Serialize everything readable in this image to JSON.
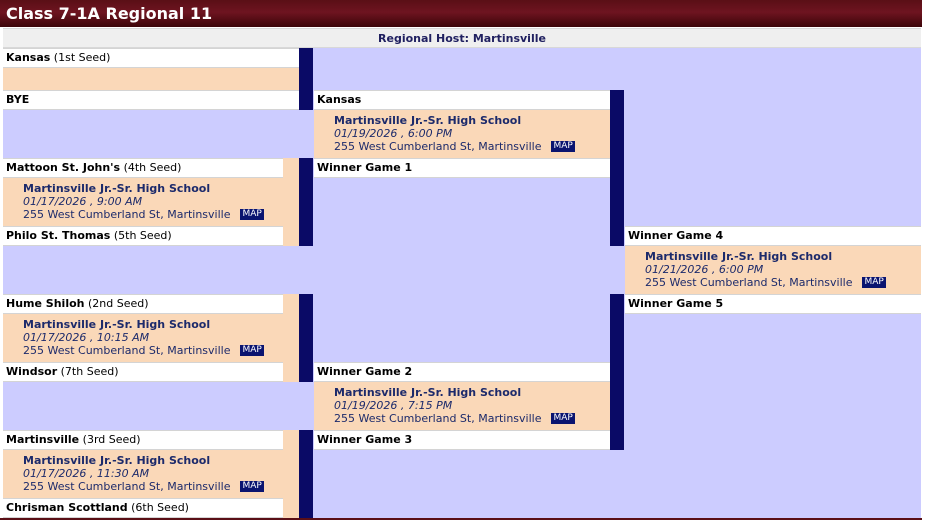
{
  "header": {
    "title": "Class 7-1A Regional 11"
  },
  "host": {
    "label": "Regional Host: Martinsville"
  },
  "colors": {
    "header_bg": "#6e1420",
    "field_bg": "#ccccff",
    "game_bg": "#fad8b8",
    "connector": "#0a0a66",
    "link_text": "#1c2a6b"
  },
  "round1": {
    "slots": [
      {
        "name": "Kansas",
        "seed": "(1st Seed)"
      },
      {
        "name": "BYE",
        "seed": ""
      },
      {
        "name": "Mattoon St. John's",
        "seed": "(4th Seed)"
      },
      {
        "name": "Philo St. Thomas",
        "seed": "(5th Seed)"
      },
      {
        "name": "Hume Shiloh",
        "seed": "(2nd Seed)"
      },
      {
        "name": "Windsor",
        "seed": "(7th Seed)"
      },
      {
        "name": "Martinsville",
        "seed": "(3rd Seed)"
      },
      {
        "name": "Chrisman Scottland",
        "seed": "(6th Seed)"
      }
    ],
    "games": [
      {
        "location": "Martinsville Jr.-Sr. High School",
        "datetime": "01/17/2026 , 9:00 AM",
        "address": "255 West Cumberland St, Martinsville",
        "map_label": "MAP"
      },
      {
        "location": "Martinsville Jr.-Sr. High School",
        "datetime": "01/17/2026 , 10:15 AM",
        "address": "255 West Cumberland St, Martinsville",
        "map_label": "MAP"
      },
      {
        "location": "Martinsville Jr.-Sr. High School",
        "datetime": "01/17/2026 , 11:30 AM",
        "address": "255 West Cumberland St, Martinsville",
        "map_label": "MAP"
      }
    ]
  },
  "round2": {
    "slots": [
      {
        "name": "Kansas"
      },
      {
        "name": "Winner Game 1"
      },
      {
        "name": "Winner Game 2"
      },
      {
        "name": "Winner Game 3"
      }
    ],
    "games": [
      {
        "location": "Martinsville Jr.-Sr. High School",
        "datetime": "01/19/2026 , 6:00 PM",
        "address": "255 West Cumberland St, Martinsville",
        "map_label": "MAP"
      },
      {
        "location": "Martinsville Jr.-Sr. High School",
        "datetime": "01/19/2026 , 7:15 PM",
        "address": "255 West Cumberland St, Martinsville",
        "map_label": "MAP"
      }
    ]
  },
  "final": {
    "slots": [
      {
        "name": "Winner Game 4"
      },
      {
        "name": "Winner Game 5"
      }
    ],
    "game": {
      "location": "Martinsville Jr.-Sr. High School",
      "datetime": "01/21/2026 , 6:00 PM",
      "address": "255 West Cumberland St, Martinsville",
      "map_label": "MAP"
    }
  }
}
